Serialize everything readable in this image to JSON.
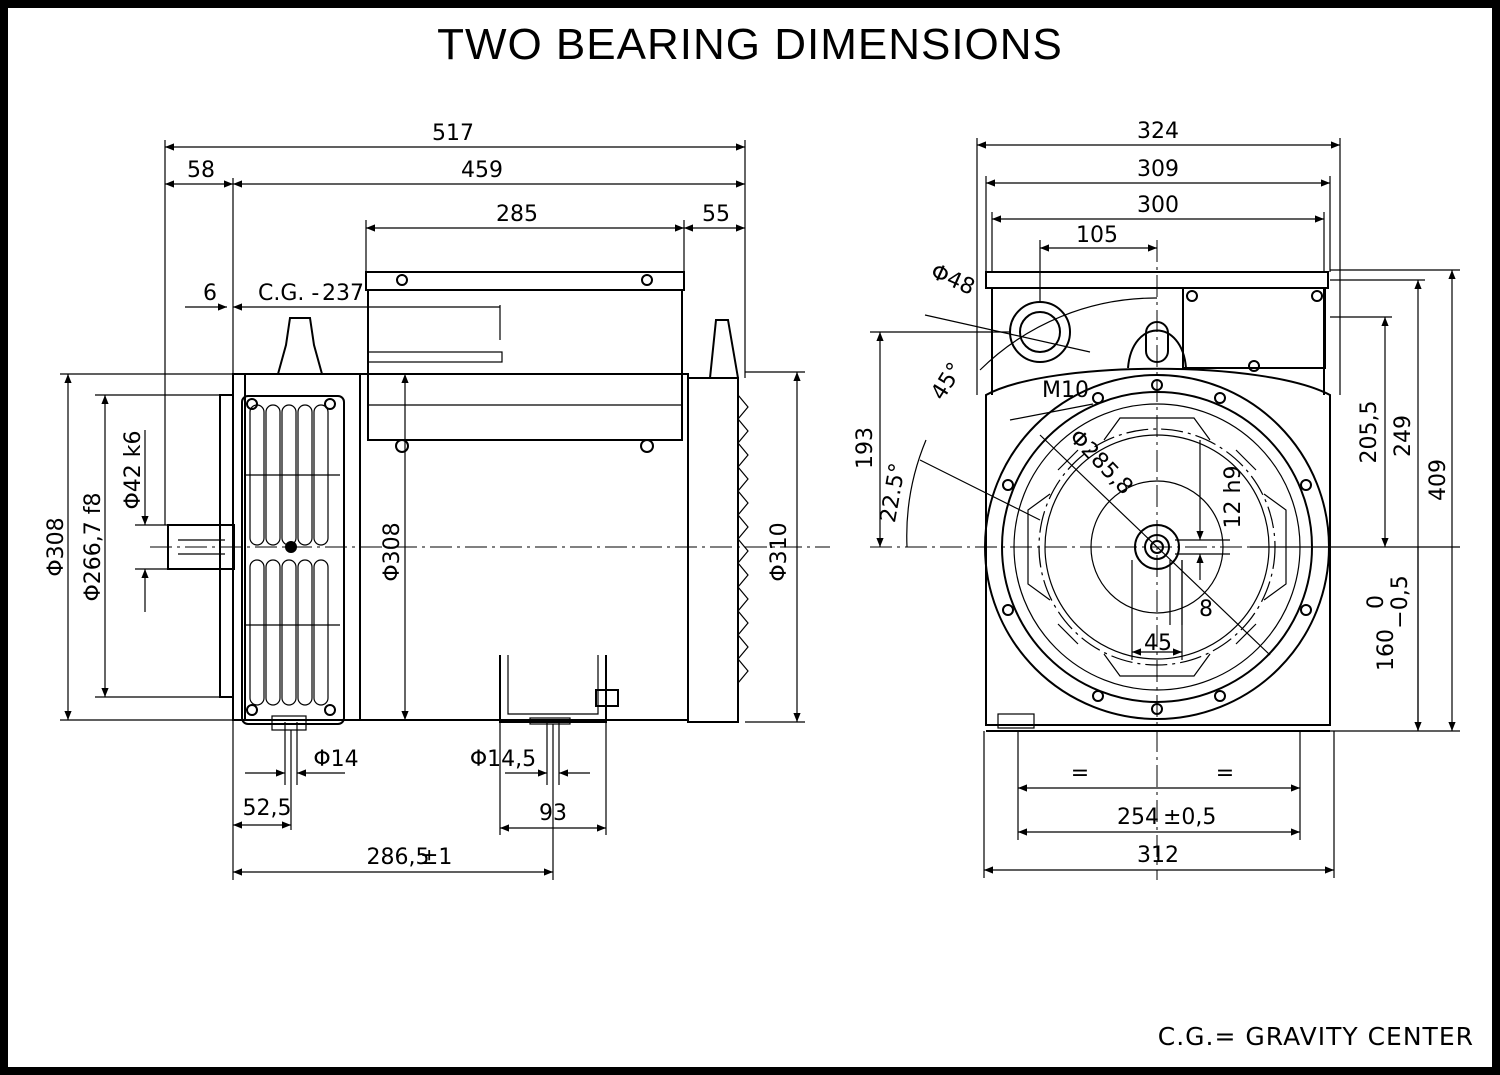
{
  "title": "TWO BEARING DIMENSIONS",
  "legend": "C.G.= GRAVITY CENTER",
  "side_view": {
    "overall_length": "517",
    "shaft_extension": "58",
    "body_length": "459",
    "terminal_box_length": "285",
    "rear_offset": "55",
    "cg_offset": "6",
    "cg_label": "C.G. -",
    "cg_value": "237",
    "flange_diameter": "Φ308",
    "spigot_diameter": "Φ266,7  f8",
    "shaft_diameter": "Φ42  k6",
    "frame_diameter": "Φ308",
    "rear_diameter": "Φ310",
    "foot_hole_front": "Φ14",
    "foot_hole_rear": "Φ14,5",
    "front_foot_offset": "52,5",
    "foot_width": "93",
    "foot_spacing": "286,5",
    "foot_spacing_tol": "±1"
  },
  "end_view": {
    "overall_width": "324",
    "width_309": "309",
    "width_300": "300",
    "box_offset": "105",
    "lifting_hole": "Φ48",
    "thread": "M10",
    "angle_45": "45°",
    "angle_22": "22.5°",
    "bolt_circle": "Φ285,8",
    "key_width": "12  h9",
    "key_depth": "8",
    "shaft_step": "45",
    "height_193": "193",
    "height_205": "205,5",
    "height_249": "249",
    "height_409": "409",
    "shaft_height": "160",
    "shaft_height_tol_upper": "0",
    "shaft_height_tol_lower": "−0,5",
    "equal_left": "=",
    "equal_right": "=",
    "feet_spacing": "254",
    "feet_spacing_tol": "±0,5",
    "base_width": "312"
  }
}
